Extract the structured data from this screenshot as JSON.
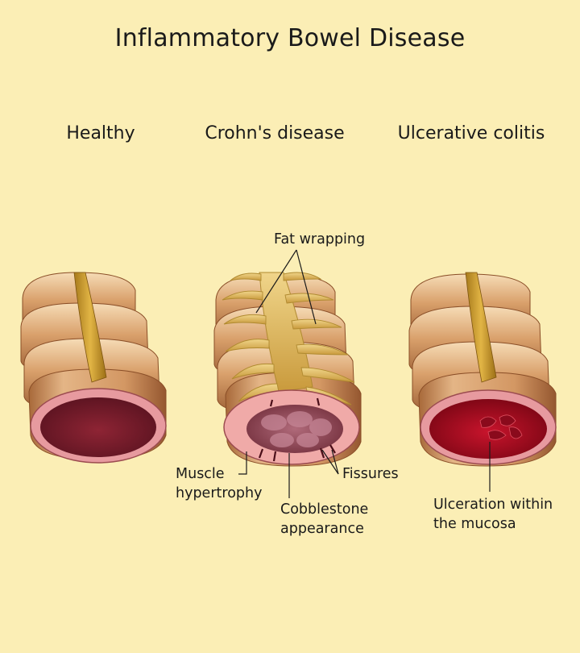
{
  "title": "Inflammatory Bowel Disease",
  "columns": {
    "healthy": "Healthy",
    "crohns": "Crohn's disease",
    "uc": "Ulcerative colitis"
  },
  "labels": {
    "fat_wrapping": "Fat wrapping",
    "muscle_hypertrophy_1": "Muscle",
    "muscle_hypertrophy_2": "hypertrophy",
    "fissures": "Fissures",
    "cobblestone_1": "Cobblestone",
    "cobblestone_2": "appearance",
    "ulceration_1": "Ulceration within",
    "ulceration_2": "the mucosa"
  },
  "colors": {
    "background": "#fbeeb5",
    "bowel_outer": "#c98a55",
    "bowel_light": "#f4d1a6",
    "lumen_healthy": "#7a1e2c",
    "lining_pink": "#e79a9f",
    "fat": "#e3c26b",
    "ulcer_red": "#b0102a"
  }
}
